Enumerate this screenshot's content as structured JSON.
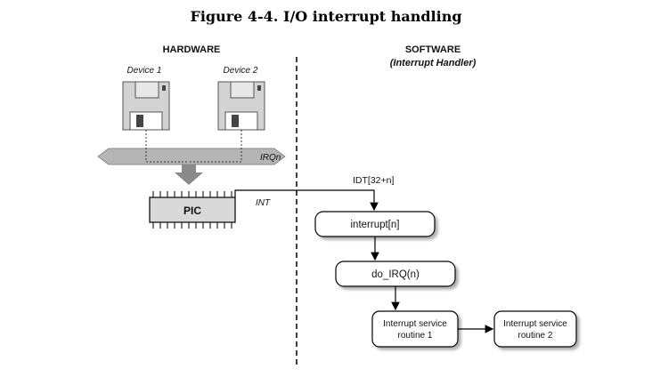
{
  "title": "Figure 4-4. I/O interrupt handling",
  "hardware": {
    "header": "HARDWARE",
    "device1": "Device 1",
    "device2": "Device 2",
    "bus_label": "IRQn",
    "pic_label": "PIC",
    "int_label": "INT"
  },
  "software": {
    "header": "SOFTWARE",
    "subheader": "(Interrupt Handler)",
    "idt_label": "IDT[32+n]",
    "interrupt_box": "interrupt[n]",
    "do_irq_box": "do_IRQ(n)",
    "isr1_line1": "Interrupt service",
    "isr1_line2": "routine 1",
    "isr2_line1": "Interrupt service",
    "isr2_line2": "routine 2"
  },
  "colors": {
    "device_body": "#d3d3d3",
    "bus": "#b5b5b5",
    "pic_fill": "#d9d9d9",
    "arrow": "#000000"
  }
}
